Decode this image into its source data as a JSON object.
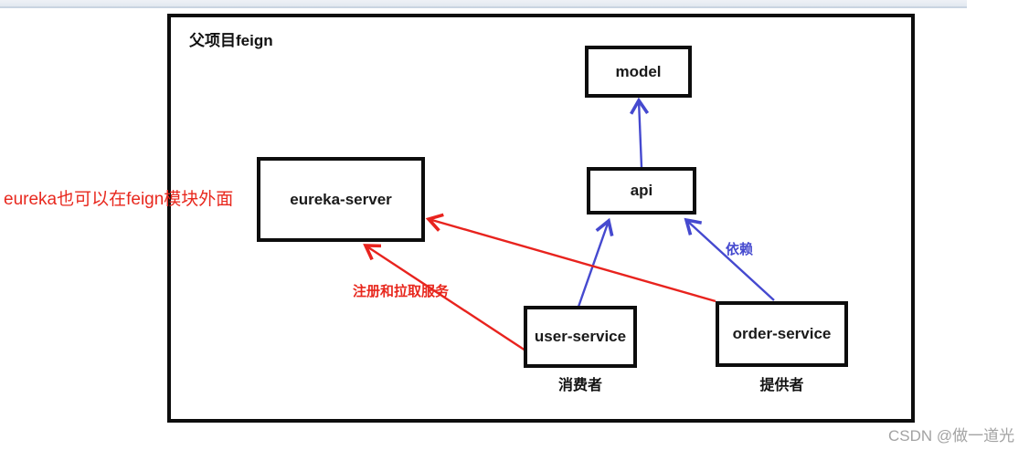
{
  "diagram": {
    "container_title": "父项目feign",
    "annotation_left": "eureka也可以在feign模块外面",
    "nodes": {
      "model": {
        "label": "model"
      },
      "api": {
        "label": "api"
      },
      "eureka_server": {
        "label": "eureka-server"
      },
      "user_service": {
        "label": "user-service",
        "caption": "消费者"
      },
      "order_service": {
        "label": "order-service",
        "caption": "提供者"
      }
    },
    "edge_labels": {
      "register_pull": "注册和拉取服务",
      "depend": "依赖"
    },
    "edges": [
      {
        "from": "api",
        "to": "model",
        "color": "#4549cf"
      },
      {
        "from": "user-service",
        "to": "api",
        "color": "#4549cf"
      },
      {
        "from": "order-service",
        "to": "api",
        "color": "#4549cf",
        "label": "依赖"
      },
      {
        "from": "user-service",
        "to": "eureka-server",
        "color": "#e8231e",
        "label": "注册和拉取服务"
      },
      {
        "from": "order-service",
        "to": "eureka-server",
        "color": "#e8231e"
      }
    ],
    "colors": {
      "line_red": "#e8231e",
      "line_blue": "#4549cf",
      "box_border": "#0d0d0d",
      "topbar": "#e2e8f0"
    }
  },
  "watermark": "CSDN @做一道光"
}
